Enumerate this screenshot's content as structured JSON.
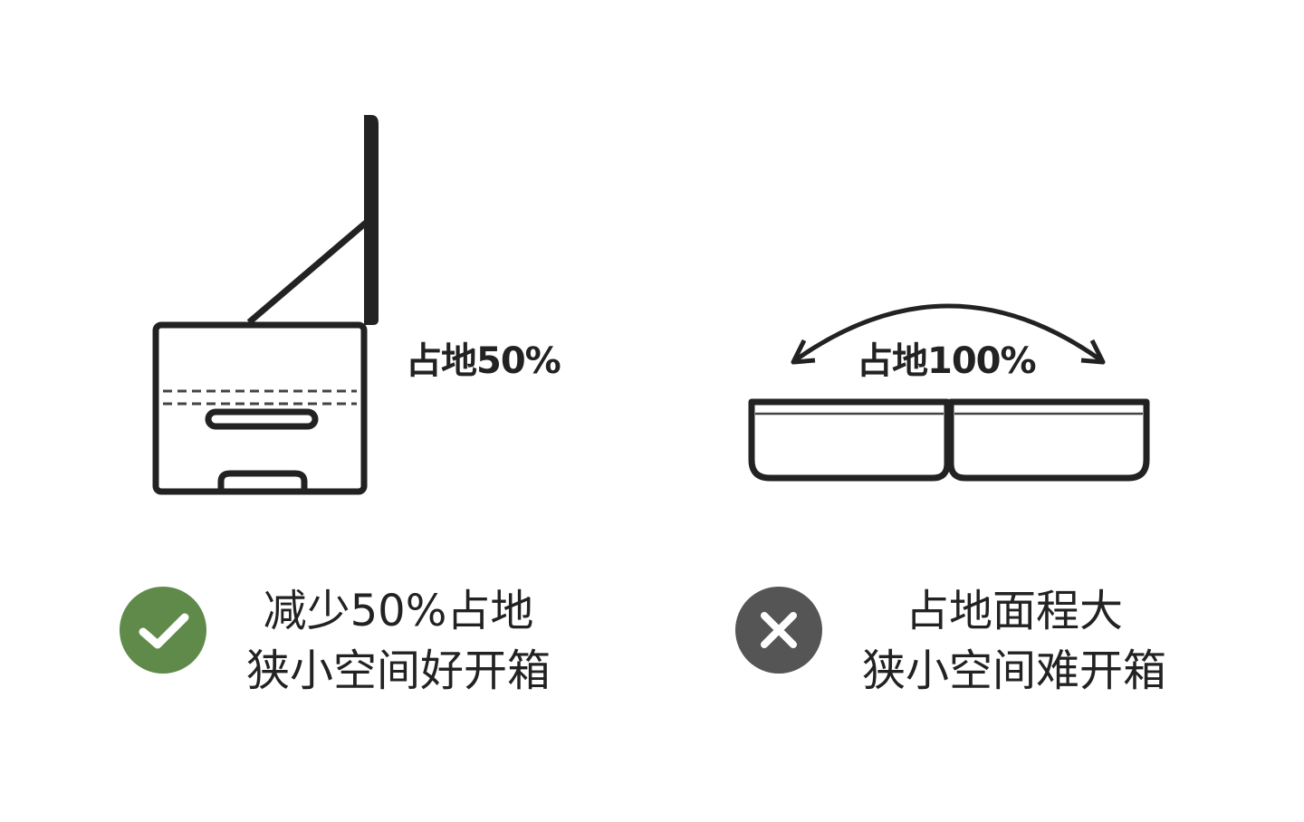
{
  "colors": {
    "stroke": "#222222",
    "good_badge": "#5f8a4a",
    "bad_badge": "#555555",
    "badge_mark": "#ffffff"
  },
  "left": {
    "area_label": "占地50%",
    "badge_icon": "check-icon",
    "caption_line1": "减少50%占地",
    "caption_line2": "狭小空间好开箱"
  },
  "right": {
    "area_label": "占地100%",
    "badge_icon": "cross-icon",
    "caption_line1": "占地面程大",
    "caption_line2": "狭小空间难开箱"
  }
}
